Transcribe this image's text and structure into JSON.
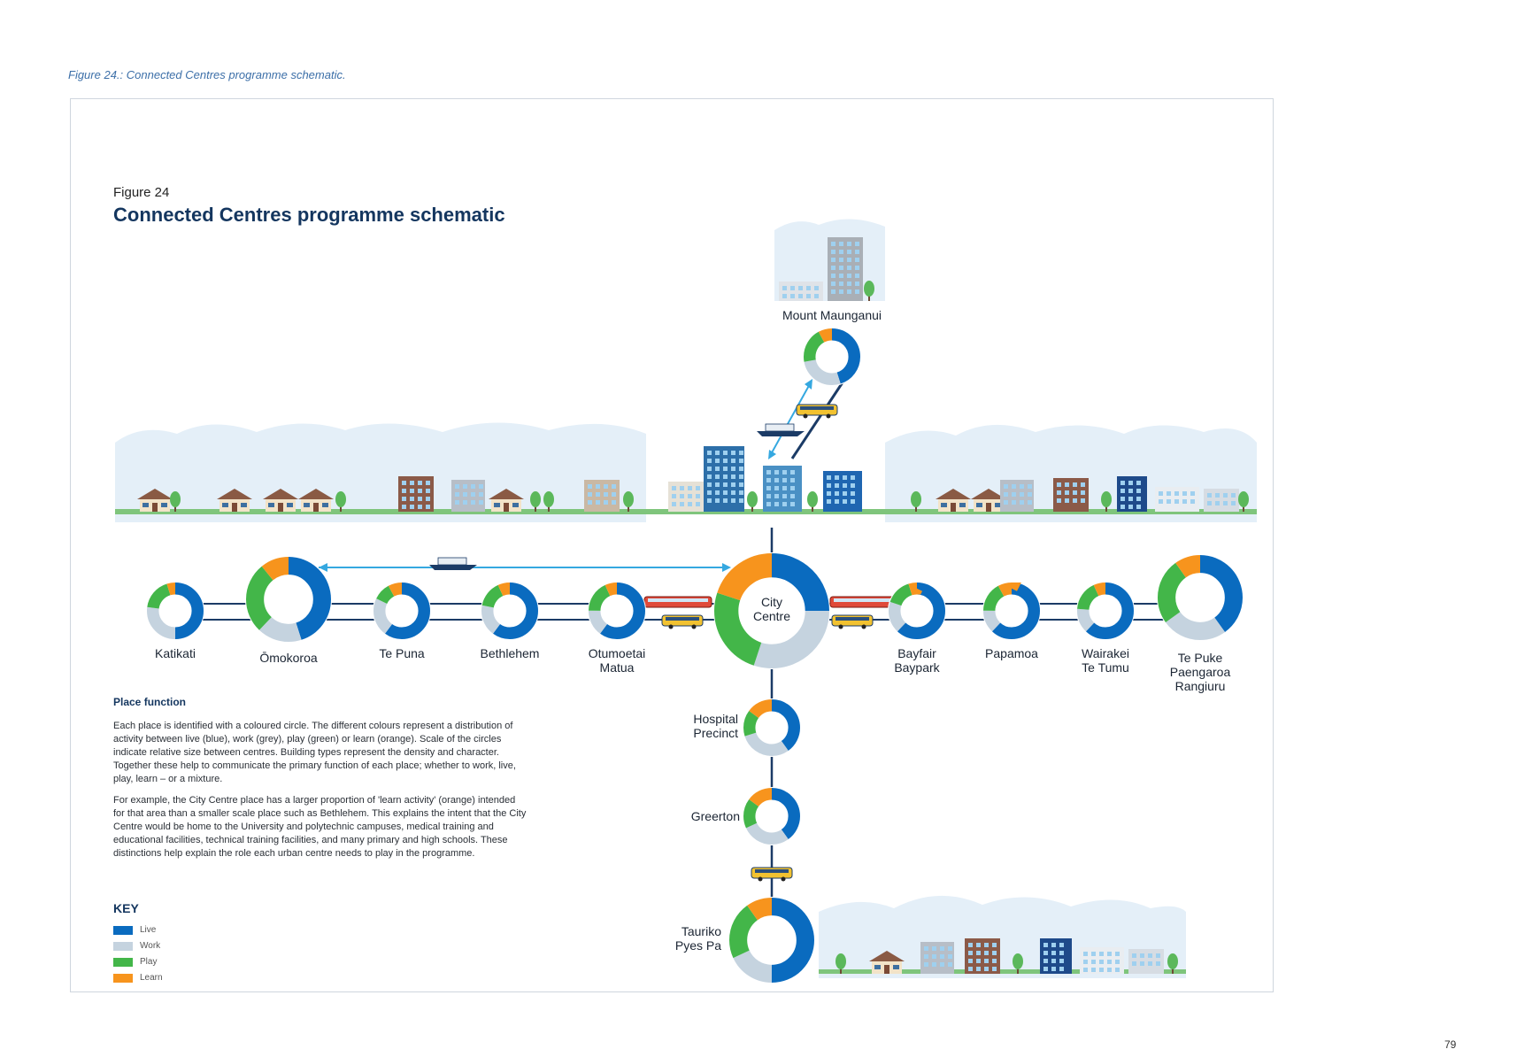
{
  "caption": "Figure 24.: Connected Centres programme schematic.",
  "figure_label": "Figure 24",
  "figure_title": "Connected Centres programme schematic",
  "colors": {
    "live": "#0a6bbf",
    "work": "#c5d3df",
    "play": "#43b649",
    "learn": "#f7941d",
    "line": "#1b3b66",
    "ferry_arrow": "#35a8e0"
  },
  "places": [
    {
      "id": "mount-maunganui",
      "label": "Mount Maunganui",
      "shares": [
        0.45,
        0.27,
        0.2,
        0.08
      ]
    },
    {
      "id": "katikati",
      "label": "Katikati",
      "shares": [
        0.5,
        0.27,
        0.18,
        0.05
      ]
    },
    {
      "id": "omokoroa",
      "label": "Ōmokoroa",
      "shares": [
        0.45,
        0.17,
        0.27,
        0.11
      ]
    },
    {
      "id": "te-puna",
      "label": "Te Puna",
      "shares": [
        0.6,
        0.22,
        0.1,
        0.08
      ]
    },
    {
      "id": "bethlehem",
      "label": "Bethlehem",
      "shares": [
        0.6,
        0.18,
        0.15,
        0.07
      ]
    },
    {
      "id": "otumoetai",
      "label": "Otumoetai\nMatua",
      "shares": [
        0.6,
        0.15,
        0.18,
        0.07
      ]
    },
    {
      "id": "city-centre",
      "label": "City\nCentre",
      "shares": [
        0.25,
        0.3,
        0.25,
        0.2
      ]
    },
    {
      "id": "bayfair",
      "label": "Bayfair\nBaypark",
      "shares": [
        0.62,
        0.18,
        0.15,
        0.05
      ]
    },
    {
      "id": "papamoa",
      "label": "Papamoa",
      "shares": [
        0.62,
        0.13,
        0.17,
        0.08
      ]
    },
    {
      "id": "wairakei",
      "label": "Wairakei\nTe Tumu",
      "shares": [
        0.62,
        0.14,
        0.17,
        0.07
      ]
    },
    {
      "id": "te-puke",
      "label": "Te Puke\nPaengaroa\nRangiuru",
      "shares": [
        0.4,
        0.25,
        0.25,
        0.1
      ]
    },
    {
      "id": "hospital",
      "label": "Hospital\nPrecinct",
      "shares": [
        0.4,
        0.3,
        0.15,
        0.15
      ]
    },
    {
      "id": "greerton",
      "label": "Greerton",
      "shares": [
        0.4,
        0.28,
        0.17,
        0.15
      ]
    },
    {
      "id": "tauriko",
      "label": "Tauriko\nPyes Pa",
      "shares": [
        0.5,
        0.18,
        0.22,
        0.1
      ]
    }
  ],
  "place_function": {
    "title": "Place function",
    "para1": "Each place is identified with a coloured circle. The different colours represent a distribution of activity between live (blue), work (grey), play (green) or learn (orange). Scale of the circles indicate relative size between centres. Building types represent the density and character. Together these help to communicate the primary function of each place; whether to work, live, play, learn – or a mixture.",
    "para2": "For example, the City Centre place has a larger proportion of 'learn activity' (orange) intended for that area than a smaller scale place such as Bethlehem. This explains the intent that the City Centre would be home to the University and polytechnic campuses, medical training and educational facilities, technical training facilities, and many primary and high schools. These distinctions help explain the role each urban centre needs to play in the programme."
  },
  "key": {
    "title": "KEY",
    "items": [
      {
        "label": "Live",
        "color": "#0a6bbf"
      },
      {
        "label": "Work",
        "color": "#c5d3df"
      },
      {
        "label": "Play",
        "color": "#43b649"
      },
      {
        "label": "Learn",
        "color": "#f7941d"
      }
    ]
  },
  "page_number": "79"
}
